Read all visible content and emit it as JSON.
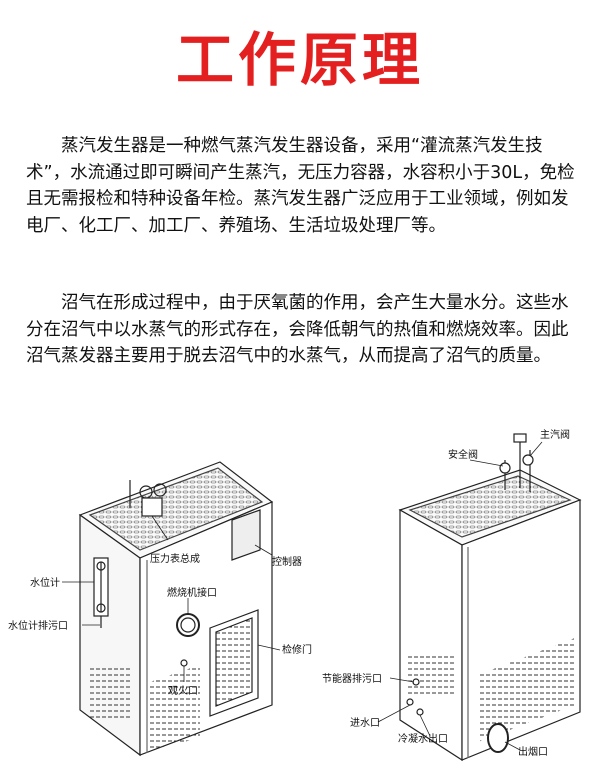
{
  "header": {
    "title": "工作原理"
  },
  "paragraphs": [
    "蒸汽发生器是一种燃气蒸汽发生器设备，采用“灌流蒸汽发生技术”，水流通过即可瞬间产生蒸汽，无压力容器，水容积小于30L，免检且无需报检和特种设备年检。蒸汽发生器广泛应用于工业领域，例如发电厂、化工厂、加工厂、养殖场、生活垃圾处理厂等。",
    "沼气在形成过程中，由于厌氧菌的作用，会产生大量水分。这些水分在沼气中以水蒸气的形式存在，会降低朝气的热值和燃烧效率。因此沼气蒸发器主要用于脱去沼气中的水蒸气，从而提高了沼气的质量。"
  ],
  "diagram_labels": {
    "pressure_gauge": "压力表总成",
    "controller": "控制器",
    "water_gauge": "水位计",
    "burner_port": "燃烧机接口",
    "water_gauge_drain": "水位计排污口",
    "access_door": "检修门",
    "sight_port": "观火口",
    "safety_valve": "安全阀",
    "main_valve": "主汽阀",
    "economizer_drain": "节能器排污口",
    "water_inlet": "进水口",
    "condensate_outlet": "冷凝水出口",
    "flue_outlet": "出烟口"
  }
}
